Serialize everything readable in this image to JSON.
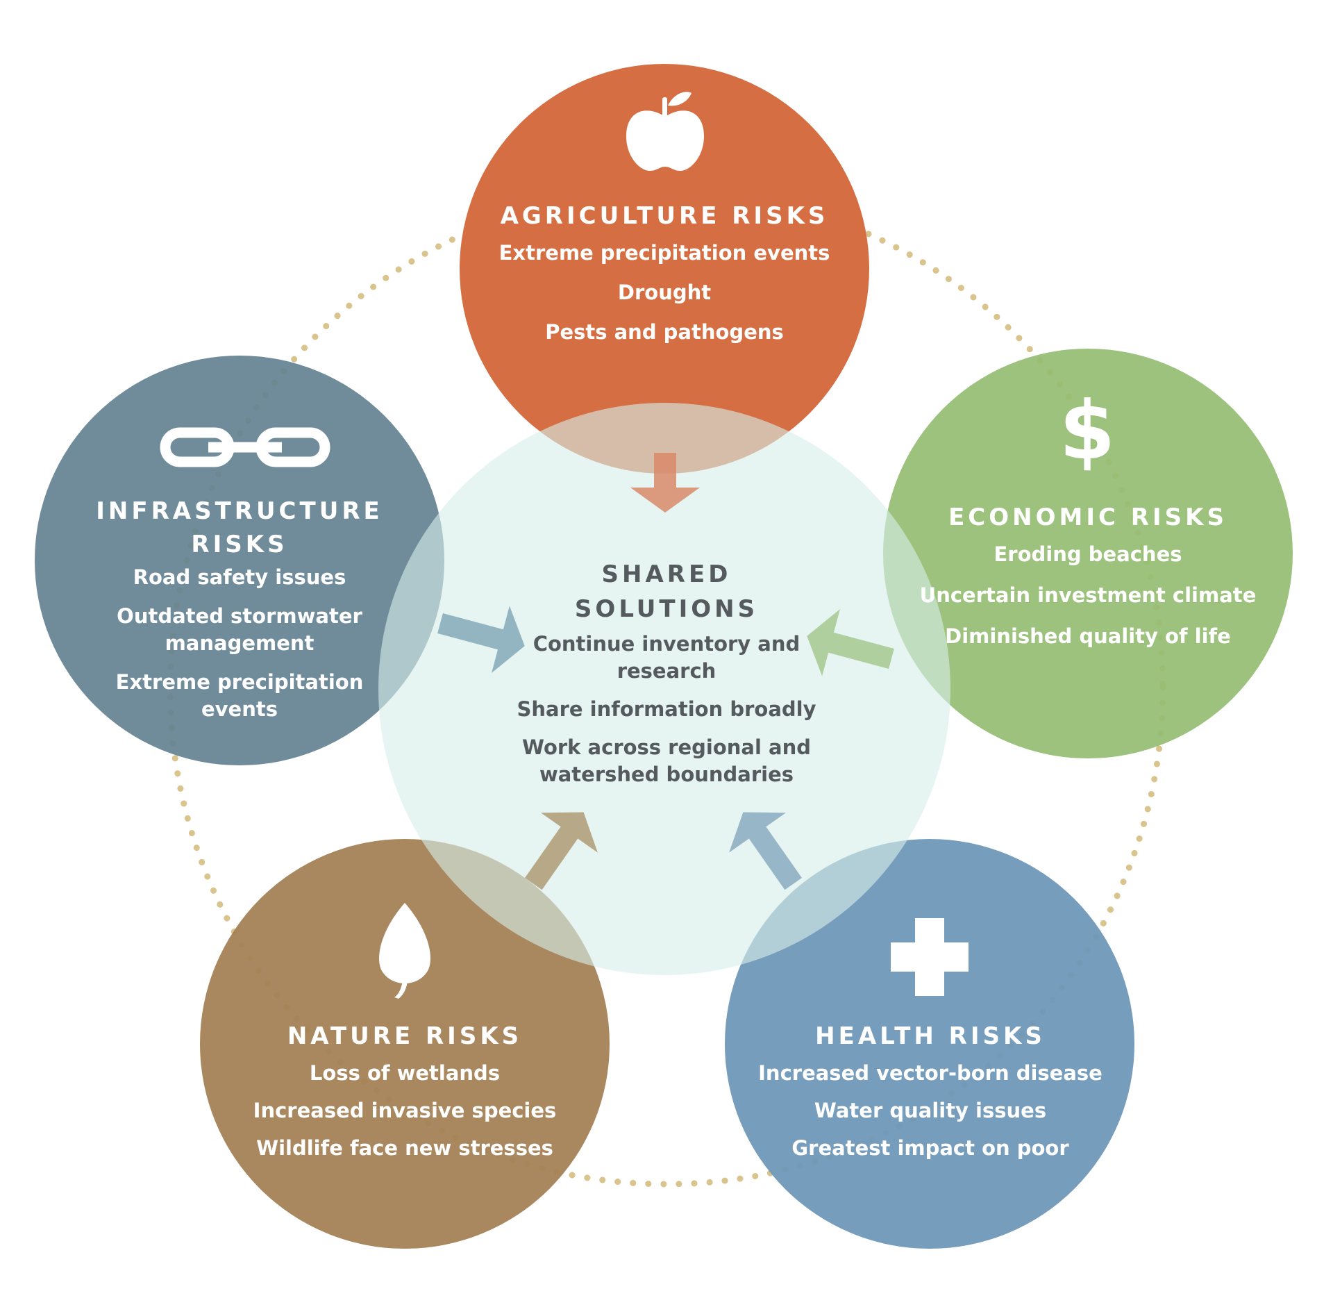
{
  "colors": {
    "agriculture": "#d56f43",
    "economic": "#96bd73",
    "infrastructure": "#648291",
    "nature": "#a48256",
    "health": "#7098b8",
    "center": "#d6eeea",
    "center_text": "#555a5e",
    "dotted_ring": "#d9c48d"
  },
  "agriculture": {
    "icon": "apple-icon",
    "title": "AGRICULTURE RISKS",
    "items": [
      "Extreme precipitation events",
      "Drought",
      "Pests and pathogens"
    ]
  },
  "economic": {
    "icon": "dollar-icon",
    "title": "ECONOMIC RISKS",
    "items": [
      "Eroding beaches",
      "Uncertain investment climate",
      "Diminished quality of life"
    ]
  },
  "infrastructure": {
    "icon": "chain-link-icon",
    "title": "INFRASTRUCTURE RISKS",
    "items": [
      "Road safety issues",
      "Outdated stormwater management",
      "Extreme precipitation events"
    ]
  },
  "nature": {
    "icon": "leaf-icon",
    "title": "NATURE RISKS",
    "items": [
      "Loss of wetlands",
      "Increased invasive species",
      "Wildlife face new stresses"
    ]
  },
  "health": {
    "icon": "cross-icon",
    "title": "HEALTH RISKS",
    "items": [
      "Increased vector-born disease",
      "Water quality issues",
      "Greatest impact on poor"
    ]
  },
  "center": {
    "title": "SHARED SOLUTIONS",
    "items": [
      "Continue inventory and research",
      "Share information broadly",
      "Work across regional and watershed boundaries"
    ]
  }
}
